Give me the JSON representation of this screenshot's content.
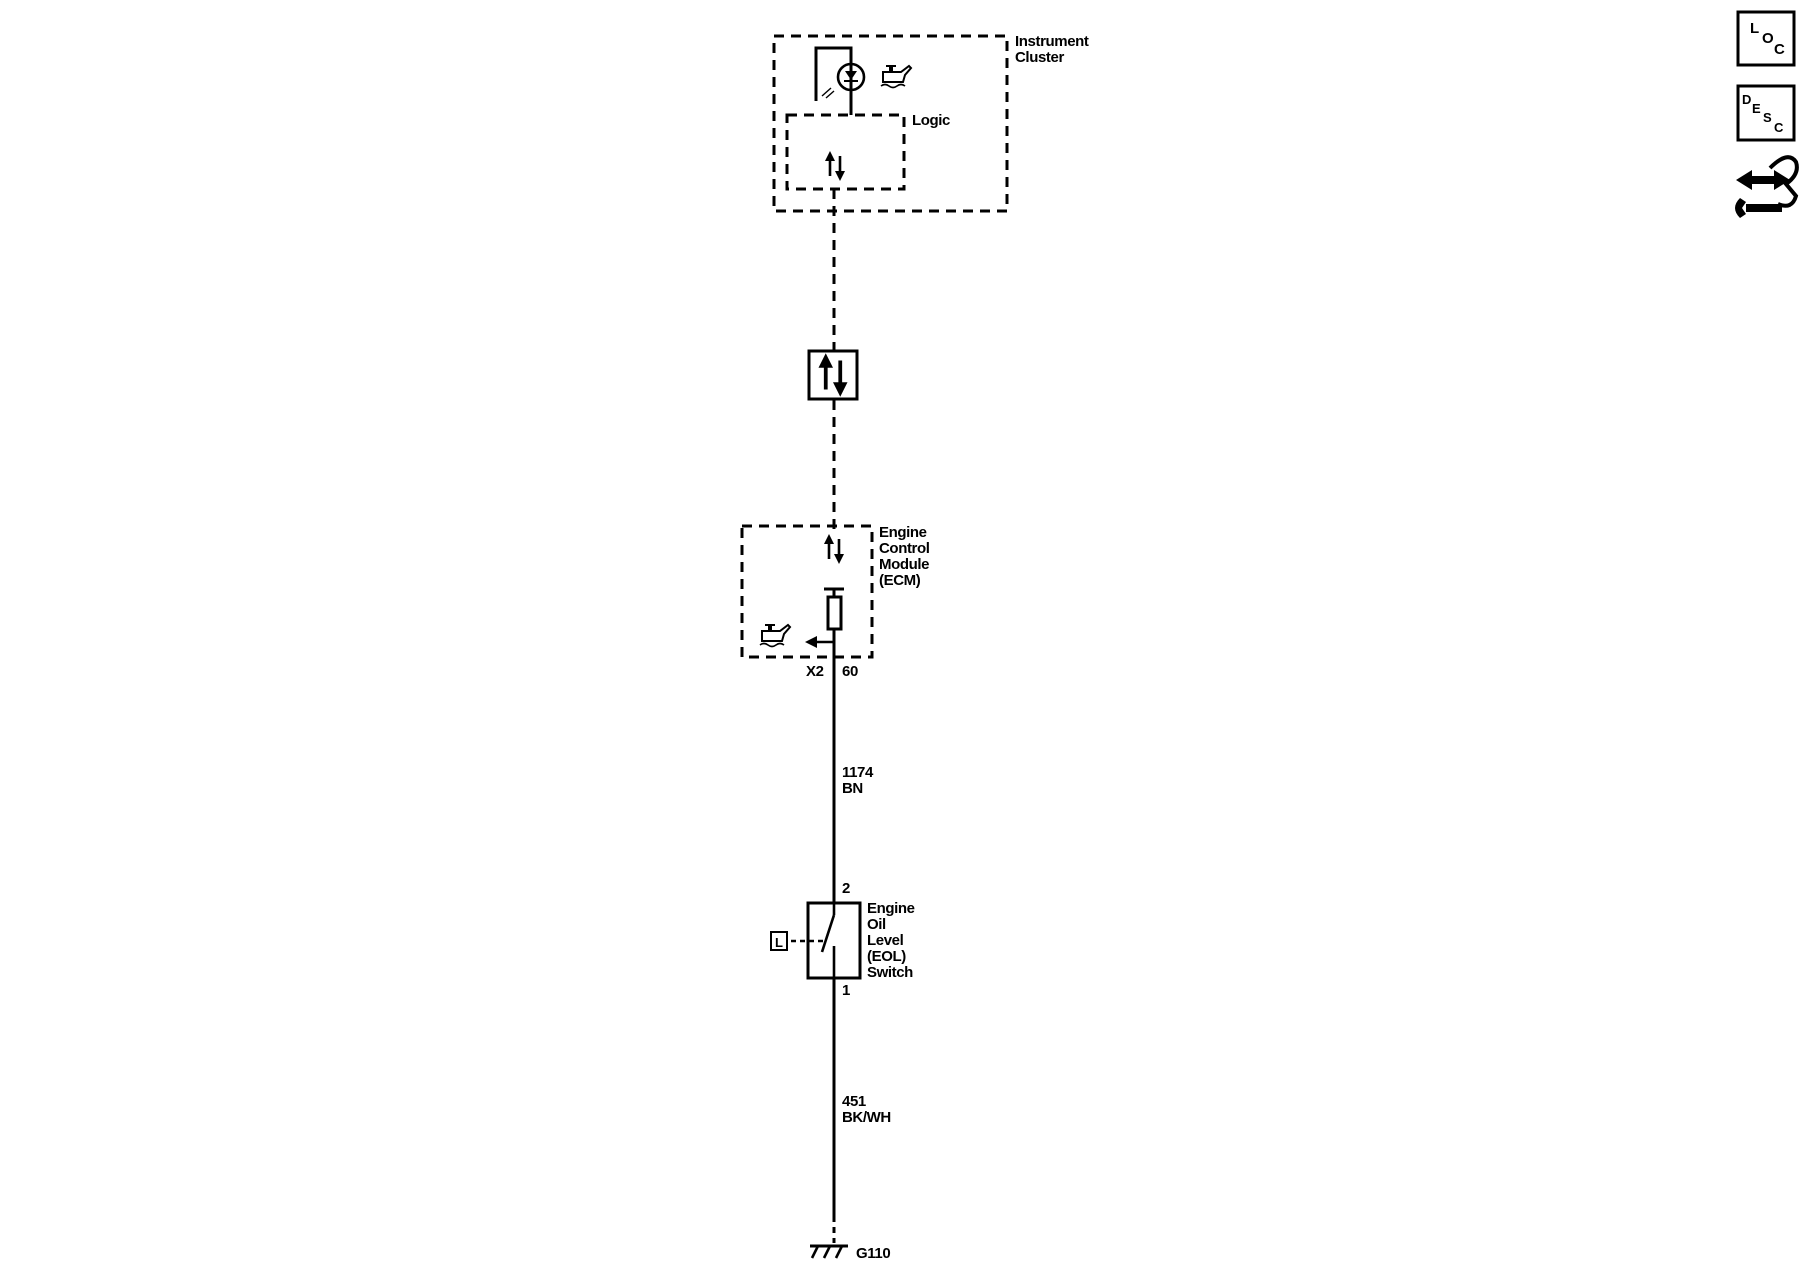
{
  "components": {
    "instrument_cluster": {
      "line1": "Instrument",
      "line2": "Cluster",
      "logic_label": "Logic"
    },
    "ecm": {
      "line1": "Engine",
      "line2": "Control",
      "line3": "Module",
      "line4": "(ECM)"
    },
    "eol_switch": {
      "line1": "Engine",
      "line2": "Oil",
      "line3": "Level",
      "line4": "(EOL)",
      "line5": "Switch",
      "side_tag": "L"
    }
  },
  "connectors": {
    "ecm_connector": "X2",
    "ecm_pin": "60",
    "switch_pin_top": "2",
    "switch_pin_bottom": "1"
  },
  "wires": [
    {
      "circuit": "1174",
      "color": "BN"
    },
    {
      "circuit": "451",
      "color": "BK/WH"
    }
  ],
  "ground": {
    "label": "G110"
  },
  "side_icons": {
    "loc": {
      "l": "L",
      "o": "O",
      "c": "C"
    },
    "desc": {
      "d": "D",
      "e": "E",
      "s": "S",
      "c": "C"
    }
  }
}
